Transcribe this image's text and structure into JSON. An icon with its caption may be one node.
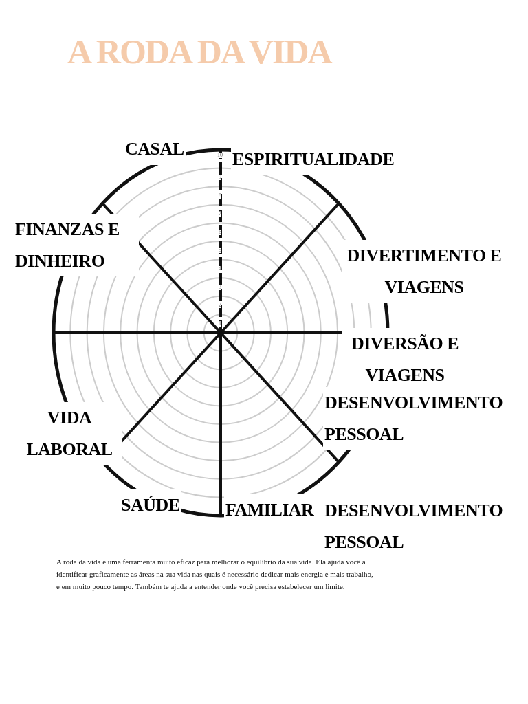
{
  "diagram": {
    "title": "A RODA DA VIDA",
    "labels": [
      "CASAL",
      "ESPIRITUALIDADE",
      "FINANZAS E DINHEIRO",
      "DIVERTIMENTO E VIAGENS",
      "DIVERSÃO E VIAGENS",
      "DESENVOLVIMENTO PESSOAL",
      "VIDA LABORAL",
      "SAÚDE",
      "FAMILIAR",
      "DESENVOLVIMENTO PESSOAL",
      "10",
      "9",
      "8",
      "7",
      "6",
      "5",
      "4",
      "3",
      "2",
      "1"
    ],
    "caption": "A roda da vida é uma ferramenta muito eficaz para melhorar o equilíbrio da sua vida. Ela ajuda você a identificar graficamente as áreas na sua vida nas quais é necessário dedicar mais energia e mais trabalho, e em muito pouco tempo. Também te ajuda a entender onde você precisa estabelecer um limite."
  }
}
